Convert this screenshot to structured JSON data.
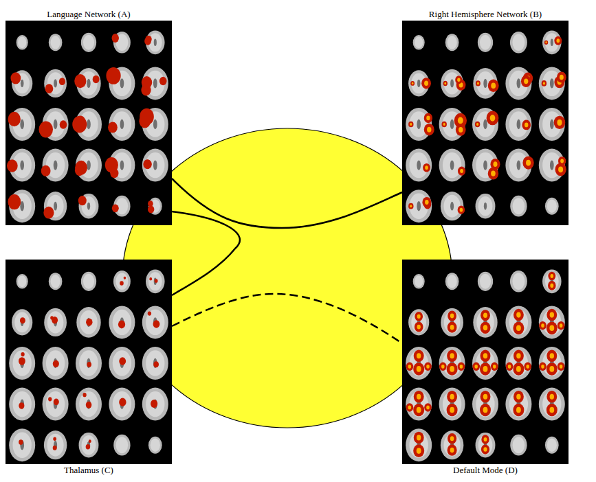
{
  "diagram": {
    "nodes": [
      {
        "text": [
          "Language Network (A)"
        ]
      },
      {
        "text": [
          "Right Hemisphere Network (B)"
        ]
      },
      {
        "text": [
          "Thalamus (C)"
        ]
      },
      {
        "text": [
          "Default Mode (D)"
        ]
      }
    ],
    "edges": [
      {
        "from": 0,
        "to": 1,
        "arrow": "none"
      },
      {
        "from": 0,
        "to": 2,
        "arrow": "none"
      },
      {
        "from": 2,
        "to": 3,
        "arrow": "none"
      }
    ]
  }
}
